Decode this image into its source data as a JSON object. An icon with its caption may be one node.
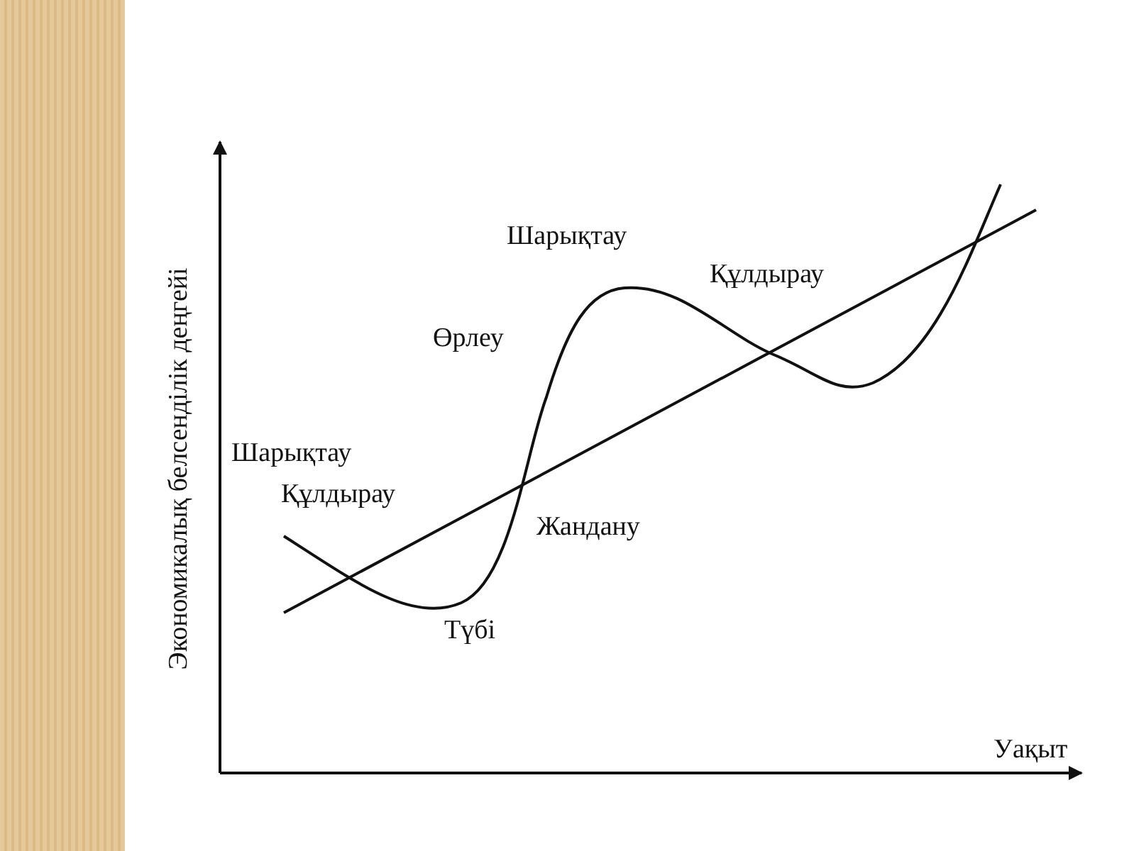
{
  "diagram": {
    "labels": [
      "Экономикалық белсенділік деңгейі",
      "Шарықтау",
      "Өрлеу",
      "Құлдырау",
      "Шарықтау",
      "Құлдырау",
      "Жандану",
      "Түбі",
      "Уақыт"
    ]
  }
}
